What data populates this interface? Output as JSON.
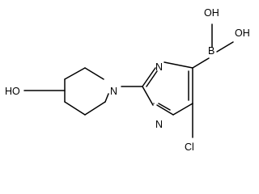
{
  "molecule": {
    "atoms": {
      "hydroxyl_1": "OH",
      "hydroxyl_2": "OH",
      "boron": "B",
      "ring_nitrogen_top": "N",
      "ring_nitrogen_bottom": "N",
      "piperidine_nitrogen": "N",
      "chlorine": "Cl",
      "piperidine_hydroxyl": "HO"
    }
  }
}
